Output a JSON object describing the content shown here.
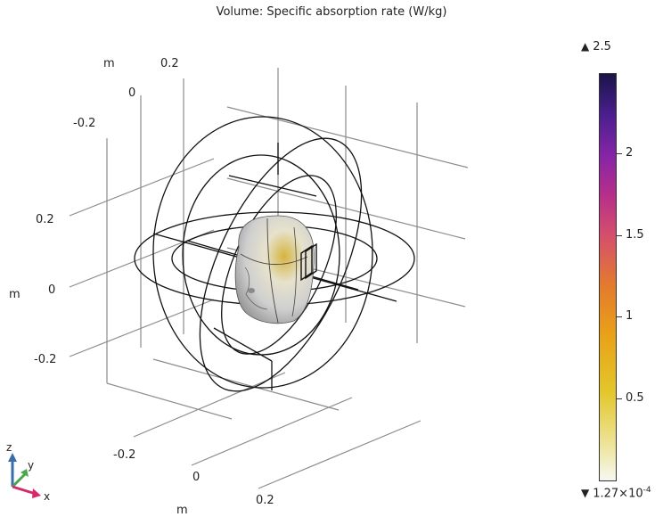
{
  "title": "Volume: Specific absorption rate (W/kg)",
  "axes": {
    "x_ticks": [
      "-0.2",
      "0",
      "0.2"
    ],
    "y_ticks": [
      "0.2",
      "0",
      "-0.2"
    ],
    "z_ticks": [
      "0.2",
      "0",
      "-0.2"
    ],
    "unit": "m"
  },
  "triad": {
    "z": "z",
    "y": "y",
    "x": "x"
  },
  "colorbar": {
    "max_label": "2.5",
    "min_label": "1.27×10",
    "min_exponent": "-4",
    "ticks": [
      "2",
      "1.5",
      "1",
      "0.5"
    ],
    "up_marker": "▲",
    "down_marker": "▼"
  },
  "colors": {
    "colormap_low": "#f7f7f2",
    "colormap_mid": "#e9a118",
    "colormap_high": "#1a1448",
    "x_axis": "#d6286a",
    "y_axis": "#4aa64a",
    "z_axis": "#3a6ea8"
  }
}
